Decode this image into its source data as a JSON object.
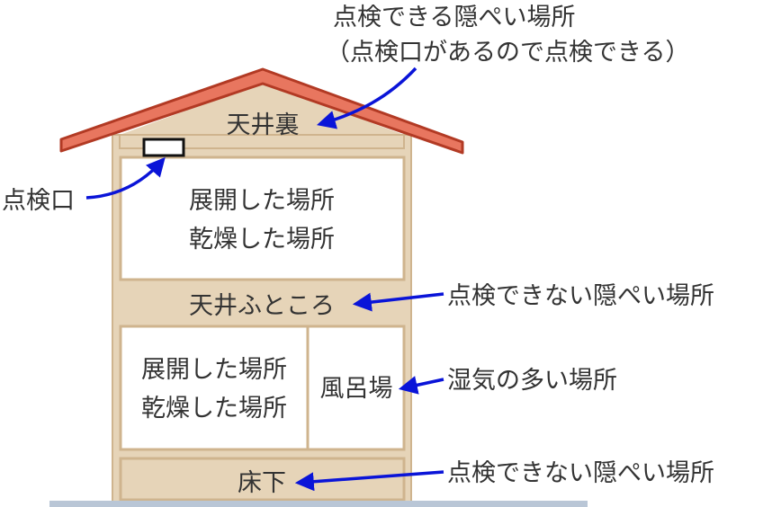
{
  "house": {
    "attic": "天井裏",
    "room_upper": [
      "展開した場所",
      "乾燥した場所"
    ],
    "ceiling_space": "天井ふところ",
    "room_lower": [
      "展開した場所",
      "乾燥した場所"
    ],
    "bathroom": "風呂場",
    "underfloor": "床下"
  },
  "callouts": {
    "attic_note": [
      "点検できる隠ぺい場所",
      "（点検口があるので点検できる）"
    ],
    "inspection_hatch": "点検口",
    "ceiling_note": "点検できない隠ぺい場所",
    "bathroom_note": "湿気の多い場所",
    "underfloor_note": "点検できない隠ぺい場所"
  },
  "colors": {
    "roof": "#e8765f",
    "roof_edge": "#b23a24",
    "wall": "#e6d4b8",
    "wall_edge": "#cfb48e",
    "arrow": "#0a14d8",
    "ground": "#b9c6d6"
  }
}
